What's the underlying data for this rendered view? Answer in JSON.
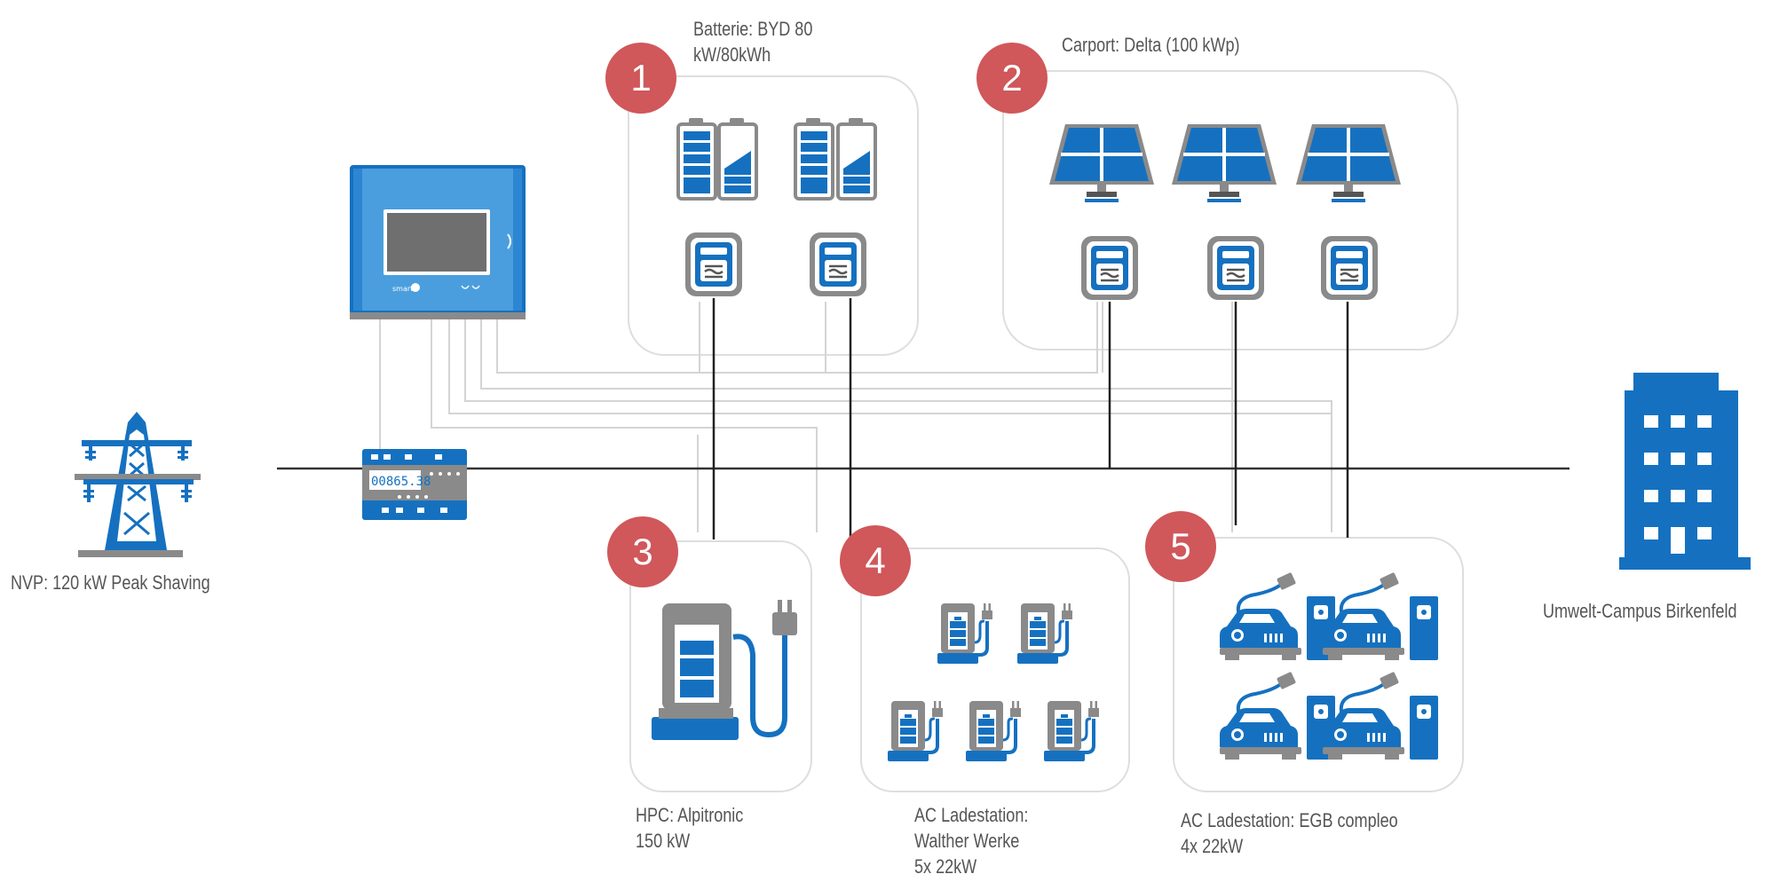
{
  "colors": {
    "accent_blue": "#1571c0",
    "light_blue": "#4b9edd",
    "gray": "#8a8a8a",
    "badge_red": "#d0575a",
    "label_gray": "#555555",
    "box_border": "#dedede"
  },
  "labels": {
    "battery": [
      "Batterie: BYD 80",
      "kW/80kWh"
    ],
    "carport": [
      "Carport: Delta (100 kWp)"
    ],
    "grid": [
      "NVP: 120 kW Peak Shaving"
    ],
    "campus": [
      "Umwelt-Campus Birkenfeld"
    ],
    "hpc": [
      "HPC: Alpitronic",
      "150 kW"
    ],
    "ac_walther": [
      "AC Ladestation:",
      "Walther Werke",
      "5x 22kW"
    ],
    "ac_egb": [
      "AC Ladestation: EGB compleo",
      "4x 22kW"
    ]
  },
  "badges": {
    "battery": "1",
    "carport": "2",
    "hpc": "3",
    "ac_walther": "4",
    "ac_egb": "5"
  },
  "controller": {
    "brand_text": "smart"
  },
  "meter": {
    "reading": "00865.38"
  },
  "icons": {
    "battery_storage": "battery-icon",
    "solar_panel": "solar-panel-icon",
    "inverter": "inverter-icon",
    "controller": "energy-manager-icon",
    "grid": "power-pylon-icon",
    "meter": "energy-meter-icon",
    "hpc_charger": "hpc-charger-icon",
    "ac_charger": "ac-charger-icon",
    "ev_charging": "ev-charging-icon",
    "building": "building-icon"
  }
}
